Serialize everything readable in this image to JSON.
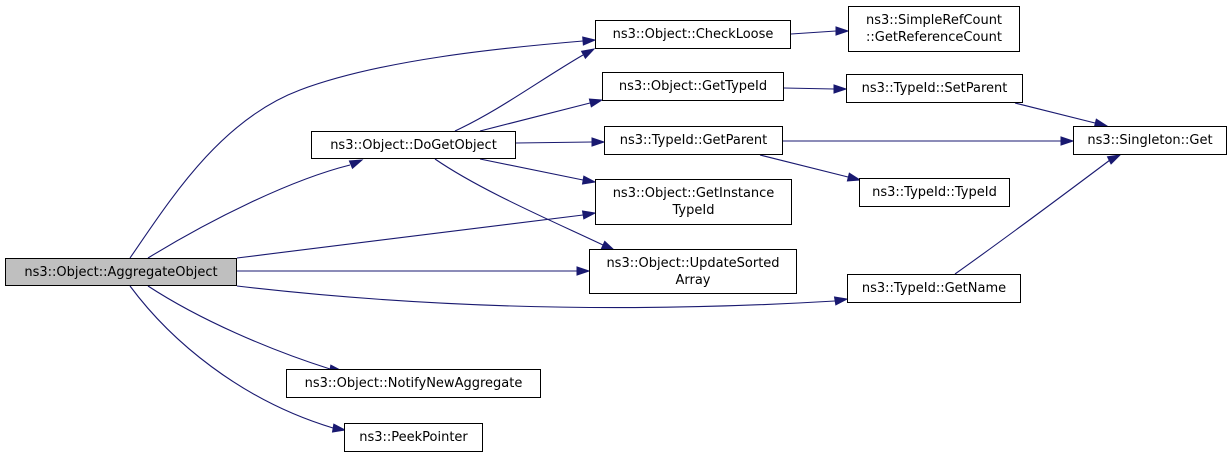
{
  "colors": {
    "edge": "#191970",
    "node_border": "#000000",
    "node_bg": "#ffffff",
    "root_bg": "#bfbfbf"
  },
  "nodes": {
    "aggregate": {
      "lines": [
        "ns3::Object::AggregateObject"
      ]
    },
    "checkloose": {
      "lines": [
        "ns3::Object::CheckLoose"
      ]
    },
    "simplerefcount": {
      "lines": [
        "ns3::SimpleRefCount",
        "::GetReferenceCount"
      ]
    },
    "dogetobject": {
      "lines": [
        "ns3::Object::DoGetObject"
      ]
    },
    "gettypeid": {
      "lines": [
        "ns3::Object::GetTypeId"
      ]
    },
    "setparent": {
      "lines": [
        "ns3::TypeId::SetParent"
      ]
    },
    "getparent": {
      "lines": [
        "ns3::TypeId::GetParent"
      ]
    },
    "singletonget": {
      "lines": [
        "ns3::Singleton::Get"
      ]
    },
    "typeidctor": {
      "lines": [
        "ns3::TypeId::TypeId"
      ]
    },
    "getinstancetypeid": {
      "lines": [
        "ns3::Object::GetInstance",
        "TypeId"
      ]
    },
    "updatesorted": {
      "lines": [
        "ns3::Object::UpdateSorted",
        "Array"
      ]
    },
    "getname": {
      "lines": [
        "ns3::TypeId::GetName"
      ]
    },
    "notifynewaggregate": {
      "lines": [
        "ns3::Object::NotifyNewAggregate"
      ]
    },
    "peekpointer": {
      "lines": [
        "ns3::PeekPointer"
      ]
    }
  }
}
